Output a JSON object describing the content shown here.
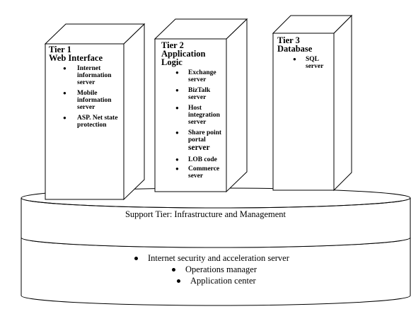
{
  "tiers": [
    {
      "title_lines": [
        "Tier 1",
        "Web Interface"
      ],
      "items": [
        [
          "Internet",
          "information",
          "server"
        ],
        [
          "Mobile",
          "information",
          "server"
        ],
        [
          "ASP. Net state",
          "protection"
        ]
      ]
    },
    {
      "title_lines": [
        "Tier 2",
        "Application",
        "Logic"
      ],
      "items": [
        [
          "Exchange",
          "server"
        ],
        [
          "BizTalk",
          "server"
        ],
        [
          "Host",
          "integration",
          "server"
        ],
        [
          "Share point",
          "portal"
        ],
        [
          "LOB code"
        ],
        [
          "Commerce",
          "sever"
        ]
      ],
      "server_word": "server"
    },
    {
      "title_lines": [
        "Tier 3",
        "Database"
      ],
      "items": [
        [
          "SQL",
          "server"
        ]
      ]
    }
  ],
  "support": {
    "label": "Support Tier: Infrastructure and Management",
    "items": [
      "Internet security and acceleration server",
      "Operations manager",
      "Application center"
    ]
  }
}
